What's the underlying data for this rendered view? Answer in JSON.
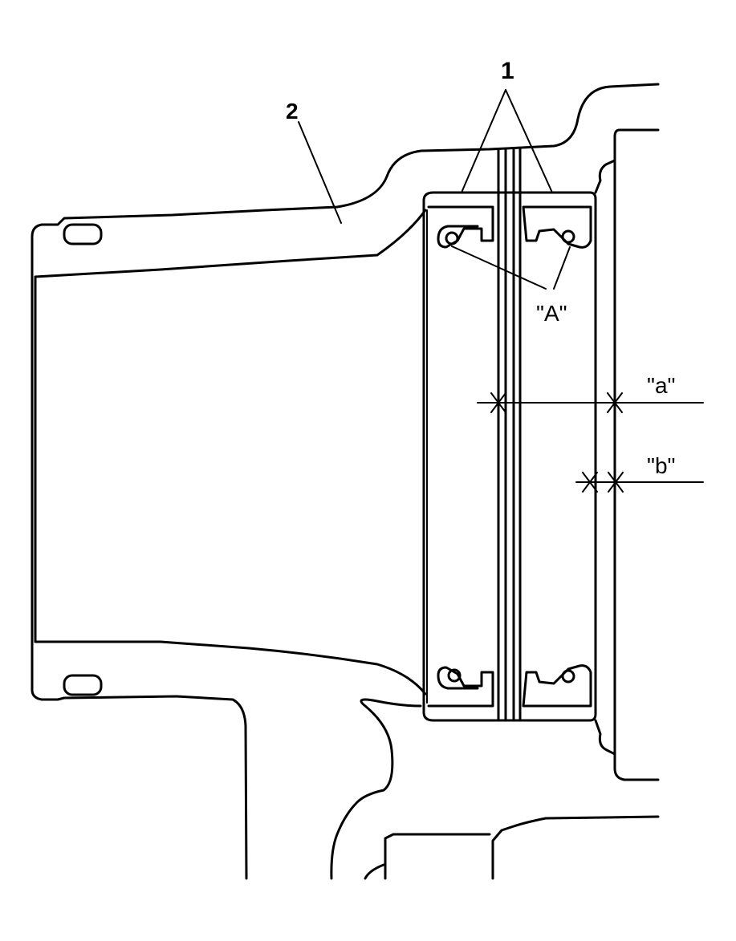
{
  "diagram": {
    "callouts": {
      "seal": "1",
      "housing": "2",
      "detail_a": "\"A\""
    },
    "dimensions": {
      "a": "\"a\"",
      "b": "\"b\""
    },
    "line_color": "#000000",
    "background_color": "#ffffff"
  }
}
